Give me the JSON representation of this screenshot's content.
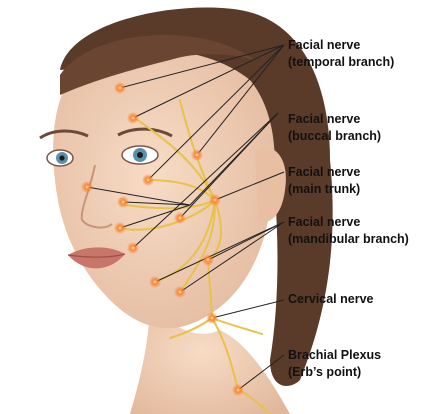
{
  "labels": [
    {
      "line1": "Facial nerve",
      "line2": "(temporal branch)"
    },
    {
      "line1": "Facial nerve",
      "line2": "(buccal branch)"
    },
    {
      "line1": "Facial nerve",
      "line2": "(main trunk)"
    },
    {
      "line1": "Facial nerve",
      "line2": "(mandibular branch)"
    },
    {
      "line1": "Cervical nerve",
      "line2": ""
    },
    {
      "line1": "Brachial Plexus",
      "line2": "(Erb’s point)"
    }
  ],
  "colors": {
    "skin": "#f2d2b8",
    "hair": "#5a3a28",
    "nerve": "#e8c24a",
    "point": "#ff6a20",
    "leader": "#222222"
  }
}
